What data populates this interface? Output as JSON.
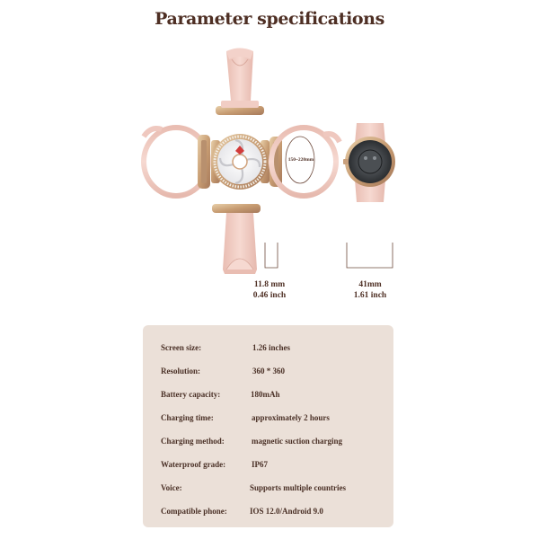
{
  "title": "Parameter specifications",
  "circumference": "150~220mm",
  "thickness": {
    "mm": "11.8 mm",
    "inch": "0.46 inch"
  },
  "width": {
    "mm": "41mm",
    "inch": "1.61 inch"
  },
  "specs": [
    {
      "key": "Screen size:",
      "value": "1.26 inches"
    },
    {
      "key": "Resolution:",
      "value": "360 * 360"
    },
    {
      "key": "Battery capacity:",
      "value": "180mAh"
    },
    {
      "key": "Charging time:",
      "value": "approximately 2 hours"
    },
    {
      "key": "Charging method:",
      "value": "magnetic suction charging"
    },
    {
      "key": "Waterproof grade:",
      "value": "IP67"
    },
    {
      "key": "Voice:",
      "value": "Supports multiple countries"
    },
    {
      "key": "Compatible phone:",
      "value": "IOS 12.0/Android 9.0"
    }
  ],
  "colors": {
    "title": "#4e2f24",
    "strap": "#f1cdc4",
    "gold": "#c9a07c",
    "card": "#ebe0d8"
  }
}
